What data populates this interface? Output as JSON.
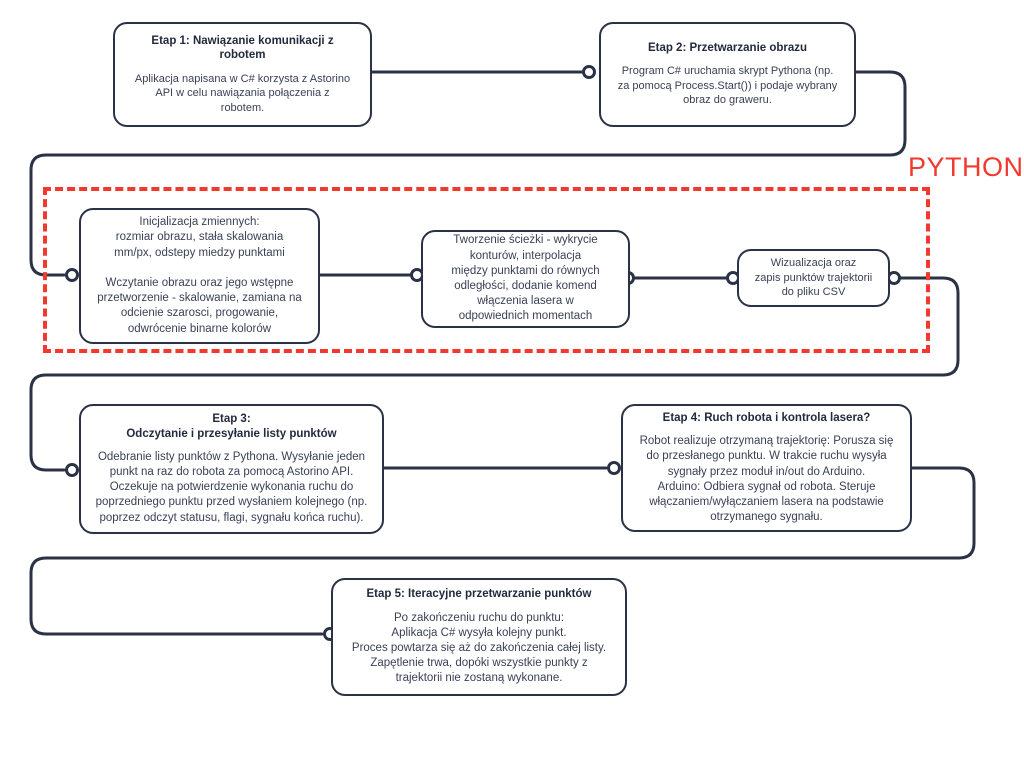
{
  "diagram": {
    "kind": "flowchart",
    "background_color": "#ffffff",
    "line_color": "#2b3245",
    "accent_color": "#f3382f",
    "region_label": "PYTHON",
    "nodes": [
      {
        "id": "stage1",
        "title": "Etap 1:  Nawiązanie komunikacji z robotem",
        "body": "Aplikacja napisana w C# korzysta z Astorino\nAPI w celu nawiązania połączenia z\nrobotem."
      },
      {
        "id": "stage2",
        "title": "Etap 2: Przetwarzanie obrazu",
        "body": "Program C# uruchamia skrypt Pythona (np.\nza pomocą Process.Start()) i podaje wybrany\nobraz do graweru."
      },
      {
        "id": "init",
        "title": "",
        "body": "Inicjalizacja zmiennych:\nrozmiar obrazu, stała skalowania\nmm/px, odstepy miedzy punktami\n\nWczytanie obrazu oraz jego wstępne\nprzetworzenie - skalowanie, zamiana na\nodcienie szarosci, progowanie,\nodwrócenie binarne kolorów"
      },
      {
        "id": "path",
        "title": "",
        "body": "Tworzenie ścieżki - wykrycie\nkonturów, interpolacja\nmiędzy punktami do równych\nodległości, dodanie komend\nwłączenia lasera w\nodpowiednich momentach"
      },
      {
        "id": "viz",
        "title": "",
        "body": "Wizualizacja oraz\nzapis punktów trajektorii\ndo pliku CSV"
      },
      {
        "id": "stage3",
        "title": "Etap 3:\nOdczytanie i przesyłanie  listy punktów",
        "body": "Odebranie listy punktów z Pythona. Wysyłanie jeden\npunkt na raz do robota za pomocą Astorino API.\nOczekuje na potwierdzenie wykonania ruchu do\npoprzedniego punktu przed wysłaniem kolejnego (np.\npoprzez odczyt statusu, flagi, sygnału końca ruchu)."
      },
      {
        "id": "stage4",
        "title": "Etap 4: Ruch robota i kontrola lasera?",
        "body": "Robot realizuje otrzymaną trajektorię: Porusza się\ndo przesłanego punktu. W trakcie ruchu wysyła\nsygnały przez moduł in/out do Arduino.\nArduino: Odbiera sygnał od robota. Steruje\nwłączaniem/wyłączaniem lasera na podstawie\notrzymanego sygnału."
      },
      {
        "id": "stage5",
        "title": "Etap 5: Iteracyjne przetwarzanie punktów",
        "body": "Po zakończeniu ruchu do punktu:\nAplikacja C# wysyła kolejny punkt.\nProces powtarza się aż do zakończenia całej listy.\nZapętlenie trwa, dopóki wszystkie punkty z\ntrajektorii nie zostaną wykonane."
      }
    ]
  }
}
